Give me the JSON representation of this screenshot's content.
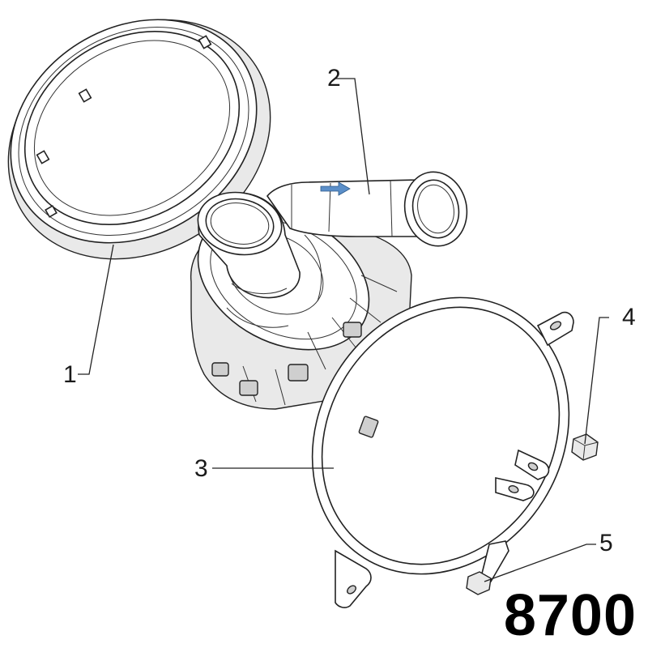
{
  "callouts": {
    "c1": "1",
    "c2": "2",
    "c3": "3",
    "c4": "4",
    "c5": "5"
  },
  "part_number": "8700",
  "arrow_color": "#5b8fc9"
}
